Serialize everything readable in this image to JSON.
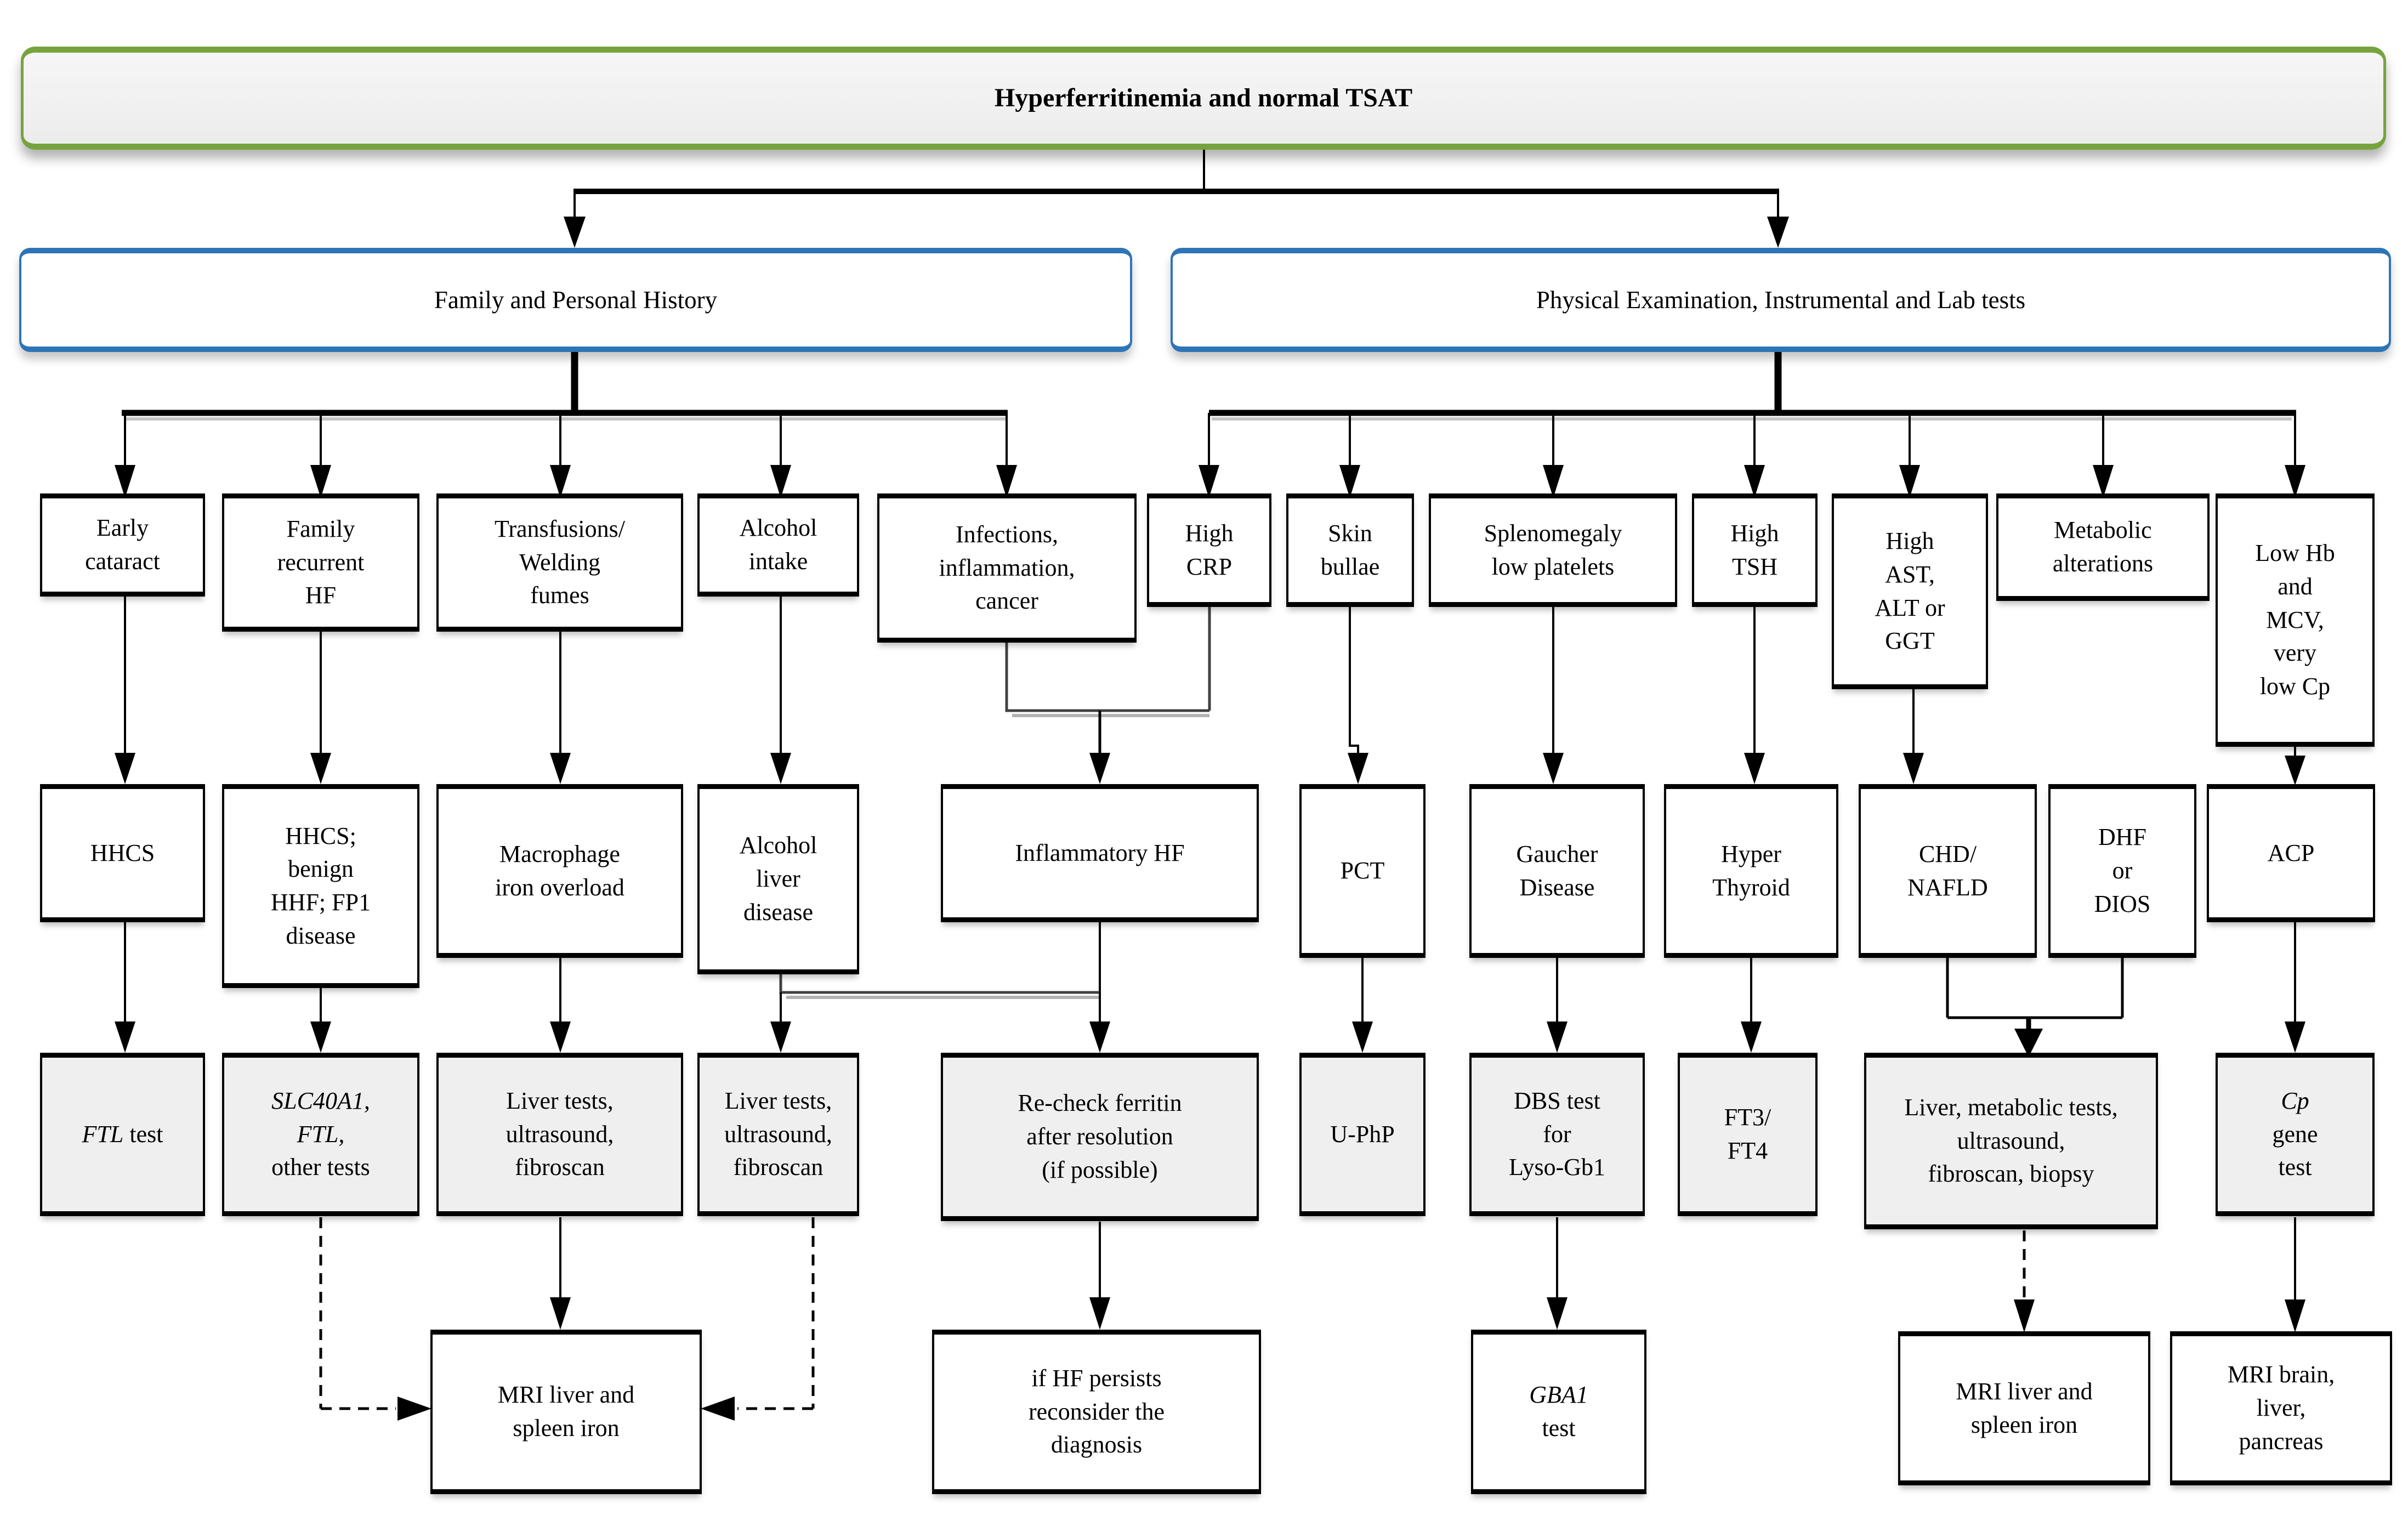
{
  "diagram": {
    "title": "Hyperferritinemia and normal TSAT",
    "branches": {
      "left": "Family and Personal History",
      "right": "Physical Examination, Instrumental and Lab tests"
    },
    "nodes": {
      "early_cataract": "Early\ncataract",
      "family_recurrent_hf": "Family\nrecurrent\nHF",
      "transfusions": "Transfusions/\nWelding\nfumes",
      "alcohol_intake": "Alcohol\nintake",
      "infections": "Infections,\ninflammation,\ncancer",
      "high_crp": "High\nCRP",
      "skin_bullae": "Skin\nbullae",
      "splenomegaly": "Splenomegaly\nlow platelets",
      "high_tsh": "High\nTSH",
      "high_ast_alt_ggt": "High\nAST,\nALT or\nGGT",
      "metabolic_alterations": "Metabolic\nalterations",
      "low_hb_mcv_cp": "Low Hb\nand\nMCV,\nvery\nlow Cp",
      "hhcs": "HHCS",
      "hhcs_benign": "HHCS;\nbenign\nHHF; FP1\ndisease",
      "macrophage_overload": "Macrophage\niron overload",
      "alcohol_liver_disease": "Alcohol\nliver\ndisease",
      "inflammatory_hf": "Inflammatory HF",
      "pct": "PCT",
      "gaucher_disease": "Gaucher\nDisease",
      "hyper_thyroid": "Hyper\nThyroid",
      "chd_nafld": "CHD/\nNAFLD",
      "dhf_dios": "DHF\nor\nDIOS",
      "acp": "ACP",
      "ftl_test": {
        "gene": "FTL",
        "rest": " test"
      },
      "slc_tests": {
        "gene1": "SLC40A1,",
        "gene2": "FTL,",
        "rest": "other tests"
      },
      "liver_tests": "Liver tests,\nultrasound,\nfibroscan",
      "recheck_ferritin": "Re-check ferritin\nafter resolution\n(if possible)",
      "uphp": "U-PhP",
      "dbs_test": "DBS test\nfor\nLyso-Gb1",
      "ft3_ft4": "FT3/\nFT4",
      "liver_metabolic_tests": "Liver, metabolic tests,\nultrasound,\nfibroscan, biopsy",
      "cp_gene_test": {
        "gene": "Cp",
        "rest": "gene\ntest"
      },
      "mri_liver_spleen_1": "MRI liver and\nspleen iron",
      "if_hf_persists": "if HF persists\nreconsider the\ndiagnosis",
      "gba1_test": {
        "gene": "GBA1",
        "rest": "test"
      },
      "mri_liver_spleen_2": "MRI liver and\nspleen iron",
      "mri_brain_liver_pancreas": "MRI brain,\nliver,\npancreas"
    },
    "colors": {
      "title_border": "#76a33e",
      "branch_border": "#2e75b6",
      "result_fill": "#efefef",
      "line": "#000000",
      "elbow_gray": "#404040"
    }
  }
}
